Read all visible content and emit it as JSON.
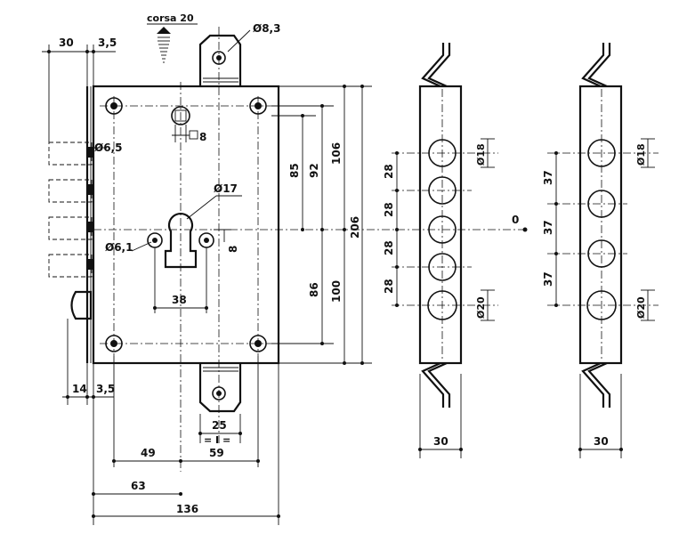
{
  "stroke_labels": {
    "corsa": "corsa 20"
  },
  "dimensions": {
    "d83": "Ø8,3",
    "w30_top": "30",
    "w3_5_top": "3,5",
    "d65": "Ø6,5",
    "sq8": "8",
    "d17": "Ø17",
    "d61": "Ø6,1",
    "h8": "8",
    "w38": "38",
    "h85": "85",
    "h92": "92",
    "h106": "106",
    "h206": "206",
    "h86": "86",
    "h100": "100",
    "w14": "14",
    "w3_5_bot": "3,5",
    "w25": "25",
    "eq": "= I =",
    "w49": "49",
    "w59": "59",
    "w63": "63",
    "w136": "136",
    "p28_1": "28",
    "p28_2": "28",
    "p28_3": "28",
    "p28_4": "28",
    "d18_a": "Ø18",
    "d20_a": "Ø20",
    "zero": "0",
    "w30_a": "30",
    "p37_1": "37",
    "p37_2": "37",
    "p37_3": "37",
    "d18_b": "Ø18",
    "d20_b": "Ø20",
    "w30_b": "30"
  }
}
